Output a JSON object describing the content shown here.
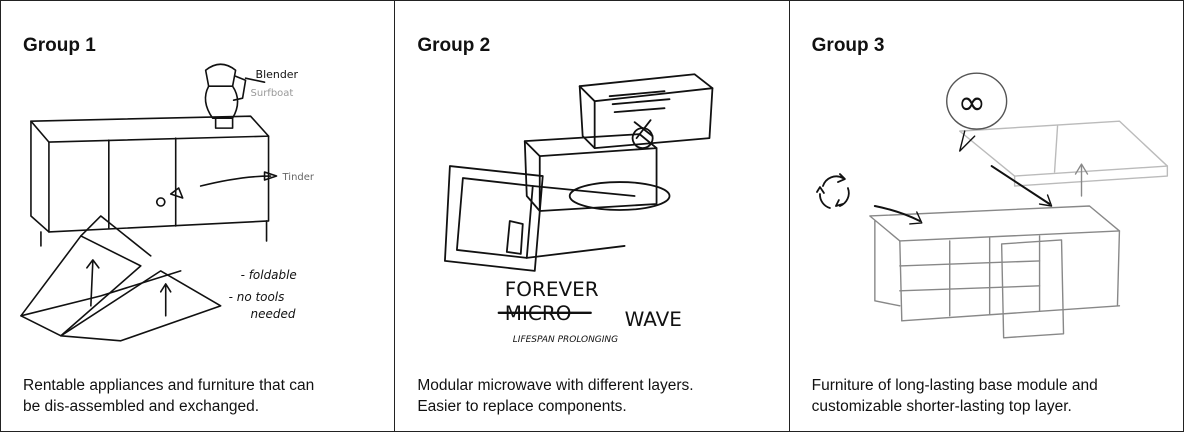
{
  "panels": [
    {
      "title": "Group 1",
      "caption_lines": [
        "Rentable appliances and furniture that can",
        "be dis-assembled and exchanged."
      ],
      "annotations": [
        "Blender",
        "Surfboat",
        "Tinder",
        "- foldable",
        "- no tools",
        "needed"
      ]
    },
    {
      "title": "Group 2",
      "caption_lines": [
        "Modular microwave with different layers.",
        "Easier to replace components."
      ],
      "annotations": [
        "FOREVER",
        "MICRO",
        "WAVE",
        "LIFESPAN PROLONGING"
      ]
    },
    {
      "title": "Group 3",
      "caption_lines": [
        "Furniture of long-lasting base module and",
        "customizable shorter-lasting top layer."
      ],
      "annotations": [
        "∞"
      ]
    }
  ]
}
